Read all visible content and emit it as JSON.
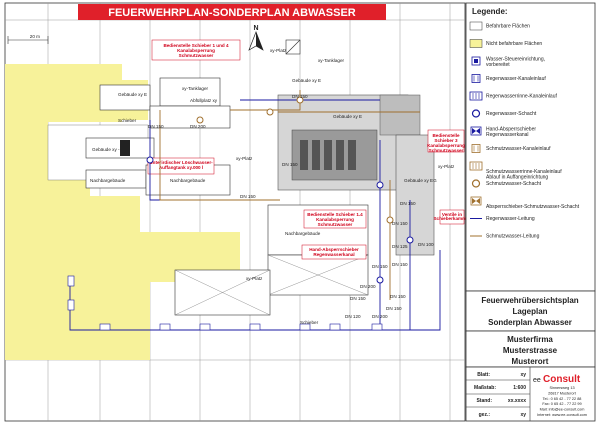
{
  "header": {
    "title": "FEUERWEHRPLAN-SONDERPLAN ABWASSER"
  },
  "scale_label": "20 m",
  "legend": {
    "title": "Legende:",
    "items": [
      {
        "icon": "swatch-white",
        "label": "Befahrbare Flächen"
      },
      {
        "icon": "swatch-yellow",
        "label": "Nicht befahrbare Flächen"
      },
      {
        "icon": "valve-blue-icon",
        "label": "Wasser-Steuereinrichtung, vorbereitet"
      },
      {
        "icon": "inlet-blue-icon",
        "label": "Regenwasser-Kanaleinlauf"
      },
      {
        "icon": "inlet-blue-double-icon",
        "label": "Regenwasserrinne-Kanaleinlauf"
      },
      {
        "icon": "manhole-blue-icon",
        "label": "Regenwasser-Schacht"
      },
      {
        "icon": "shutoff-blue-icon",
        "label": "Hand-Absperrschieber Regenwasserkanal"
      },
      {
        "icon": "inlet-brown-icon",
        "label": "Schmutzwasser-Kanaleinlauf"
      },
      {
        "icon": "inlet-brown-double-icon",
        "label": "Schmutzwasserrinne-Kanaleinlauf Ablauf in Auffangeinrichtung"
      },
      {
        "icon": "manhole-brown-icon",
        "label": "Schmutzwasser-Schacht"
      },
      {
        "icon": "shutoff-brown-icon",
        "label": "Absperrschieber-Schmutzwasser-Schacht"
      },
      {
        "icon": "line-blue-icon",
        "label": "Regenwasser-Leitung"
      },
      {
        "icon": "line-brown-icon",
        "label": "Schmutzwasser-Leitung"
      }
    ]
  },
  "plan_titles": [
    "Feuerwehrübersichtsplan",
    "Lageplan",
    "Sonderplan Abwasser"
  ],
  "company": [
    "Musterfirma",
    "Musterstrasse",
    "Musterort"
  ],
  "info": {
    "blatt_label": "Blatt:",
    "blatt_value": "xy",
    "massstab_label": "Maßstab:",
    "massstab_value": "1:600",
    "stand_label": "Stand:",
    "stand_value": "xx.xxxx",
    "gez_label": "gez.:",
    "gez_value": "xy"
  },
  "brand": {
    "logo_prefix": "ee",
    "logo_name": "Consult",
    "address_lines": [
      "Sinnersweg 13",
      "26817 Musterort",
      "Tel.: 0 65 42 - 77 22 88",
      "Fax: 0 65 42 - 77 22 99",
      "Mail: info@ee-consult.com",
      "Internet: www.ee-consult.com"
    ]
  },
  "plan": {
    "north_label": "N",
    "buildings": {
      "gebaeude_e_left": "Gebäude xy E",
      "tankl": "xy-Tanklager",
      "abfullplatz": "Abfüllplatz xy",
      "schieber": "Schieber",
      "gebaeude_xy_e_mid": "Gebäude xy - E",
      "nachbargebaeude_left": "Nachbargebäude",
      "nachbargebaeude_mid": "Nachbargebäude",
      "nachbargebaeude_bottom": "Nachbargebäude",
      "xy_platz_top": "xy-Platz",
      "xy_tanklager_top": "xy-Tanklager",
      "gebaeude_xy_top": "Gebäude xy E",
      "gebaeude_xy_center": "Gebäude xy E",
      "xy_platz_mid": "xy-Platz",
      "xy_platz_right": "xy-Platz",
      "gebaeude_xy_right": "Gebäude xy EG",
      "xy_platz_lower": "xy-Platz",
      "schieber_bottom": "Schieber",
      "e_marker": "E"
    },
    "callouts": {
      "c1": "Bedienstelle Schieber 1 und 4 Kanalabsperrung Schmutzwasser",
      "c2": "Unterirdischer Löschwasser-Auffangtank xy.000 l",
      "c3": "Bedienstelle Schieber 1.4 Kanalabsperrung Schmutzwasser",
      "c4": "Hand-Absperrschieber Regenwasserkanal",
      "c5": "Bedienstelle Schieber 3 Kanalabsperrung Schmutzwasser",
      "c6": "Ventile in Schieberkammer 1,5 m"
    },
    "dn_labels": [
      "DN 150",
      "DN 200",
      "DN 150",
      "DN 150",
      "DN 150",
      "DN 150",
      "DN 150",
      "DN 125",
      "DN 150",
      "DN 150",
      "DN 200",
      "DN 100",
      "DN 150",
      "DN 150",
      "DN 150",
      "DN 200",
      "DN 120"
    ]
  },
  "colors": {
    "yellow": "#f7f29a",
    "red": "#e0202a",
    "blue": "#1a1aa0",
    "brown": "#a0702e",
    "grey": "#bdbdbd",
    "darkgrey": "#8a8a8a"
  }
}
